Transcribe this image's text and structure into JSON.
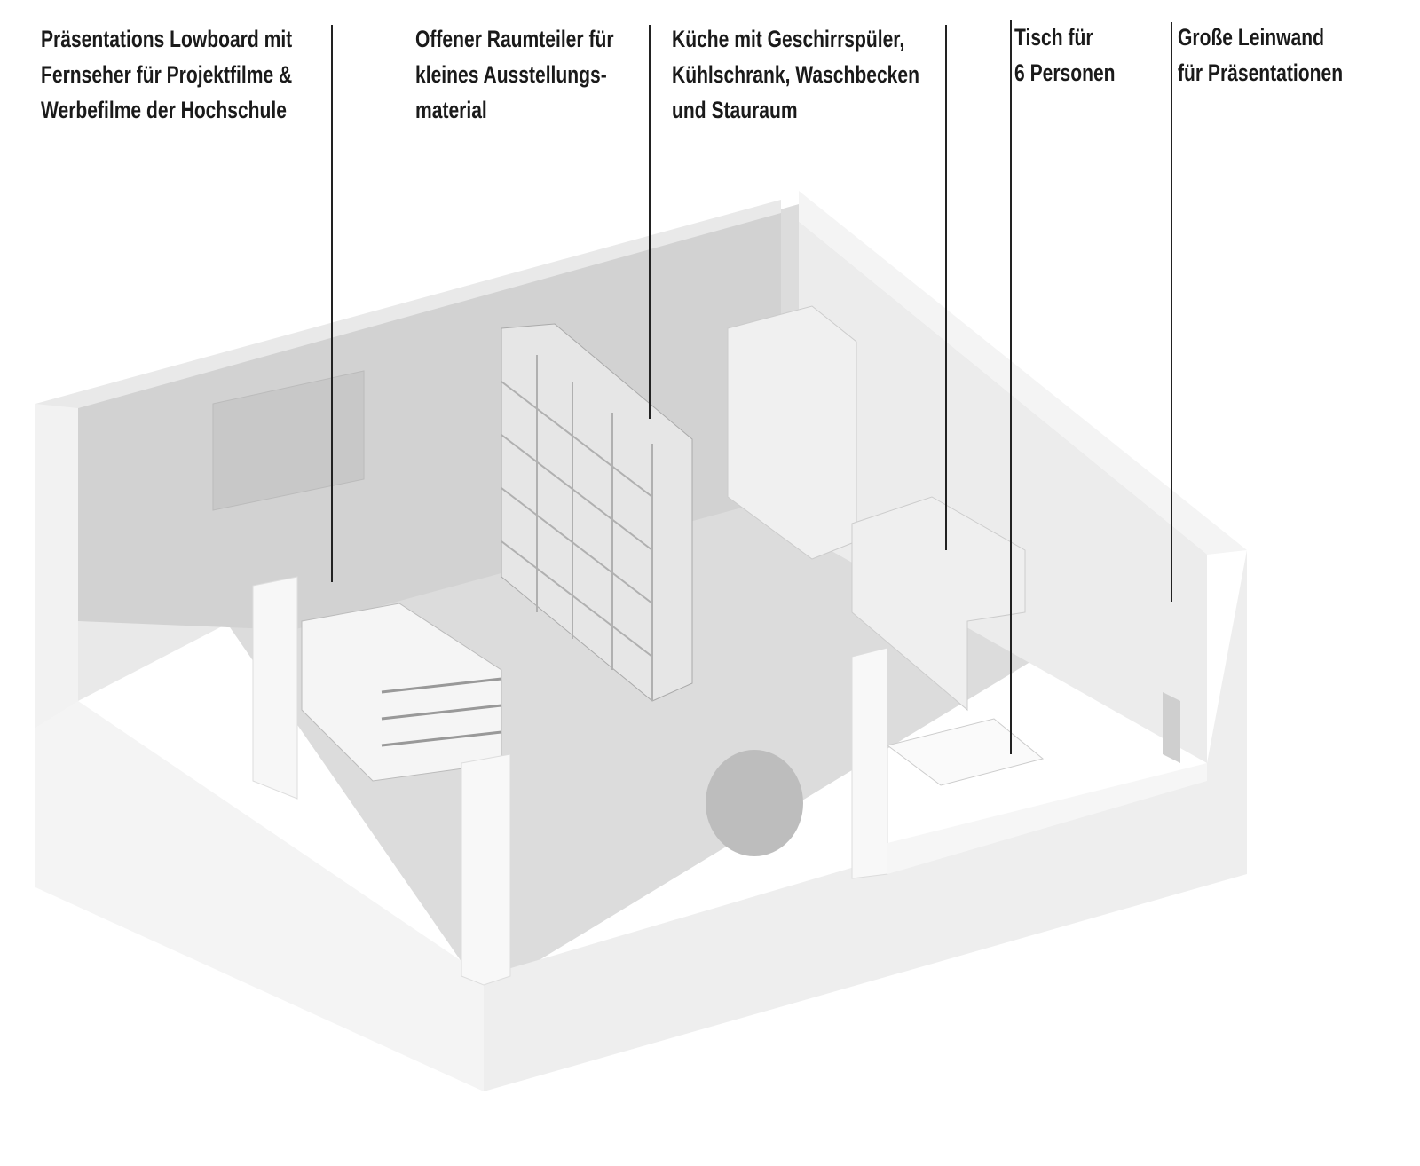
{
  "annotations": [
    {
      "lines": [
        "Präsentations Lowboard mit",
        "Fernseher für Projektfilme &",
        "Werbefilme der Hochschule"
      ]
    },
    {
      "lines": [
        "Offener Raumteiler für",
        "kleines Ausstellungs-",
        "material"
      ]
    },
    {
      "lines": [
        "Küche mit Geschirrspüler,",
        "Kühlschrank, Waschbecken",
        "und Stauraum"
      ]
    },
    {
      "lines": [
        "Tisch für",
        "6 Personen"
      ]
    },
    {
      "lines": [
        "Große Leinwand",
        "für Präsentationen"
      ]
    }
  ]
}
